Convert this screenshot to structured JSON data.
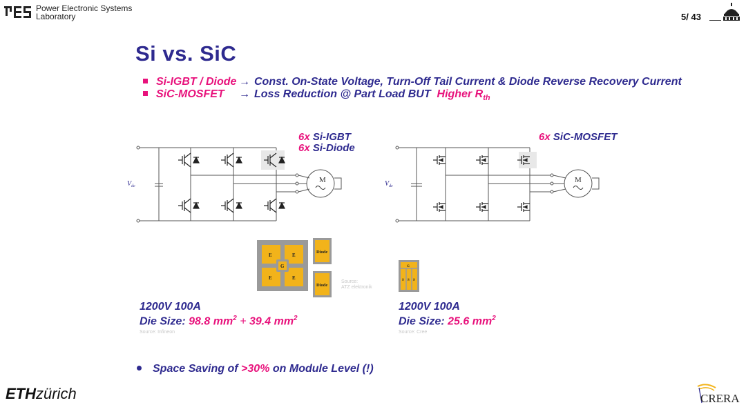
{
  "header": {
    "lab_line1": "Power Electronic Systems",
    "lab_line2": "Laboratory",
    "page_current": "5",
    "page_total": "43"
  },
  "title": "Si vs. SiC",
  "bullets": [
    {
      "term": "Si-IGBT / Diode",
      "arrow": "→",
      "text": "Const. On-State Voltage, Turn-Off Tail Current  &  Diode Reverse Recovery Current"
    },
    {
      "term": "SiC-MOSFET",
      "arrow": "→",
      "text": "Loss Reduction @ Part Load  BUT",
      "highlight": "Higher R",
      "highlight_sub": "th"
    }
  ],
  "circuit_left": {
    "label1_count": "6x",
    "label1_text": "Si-IGBT",
    "label2_count": "6x",
    "label2_text": "Si-Diode",
    "vdc": "V",
    "vdc_sub": "dc",
    "motor": "M"
  },
  "circuit_right": {
    "label_count": "6x",
    "label_text": "SiC-MOSFET",
    "vdc": "V",
    "vdc_sub": "dc",
    "motor": "M"
  },
  "die_left": {
    "e": "E",
    "g": "G",
    "diode": "Diode",
    "source": "Source:",
    "source2": "ATZ elektronik"
  },
  "die_right": {
    "g": "G",
    "s": "S"
  },
  "specs_left": {
    "rating": "1200V  100A",
    "die_label": "Die Size:",
    "value1": "98.8 mm",
    "sup1": "2",
    "plus": "+",
    "value2": "39.4 mm",
    "sup2": "2",
    "source": "Source:  Infineon"
  },
  "specs_right": {
    "rating": "1200V  100A",
    "die_label": "Die Size:",
    "value": "25.6 mm",
    "sup": "2",
    "source": "Source:  Cree"
  },
  "bottom_bullet": {
    "pre": "Space Saving of ",
    "highlight": ">30%",
    "post": " on Module Level (!)"
  },
  "footer": {
    "eth_bold": "ETH",
    "eth_rest": "zürich",
    "crera": "CRERA"
  },
  "colors": {
    "blue": "#2e2a8f",
    "pink": "#e8127c",
    "die_gold": "#f2b31a",
    "die_grey": "#9a9a9a"
  }
}
